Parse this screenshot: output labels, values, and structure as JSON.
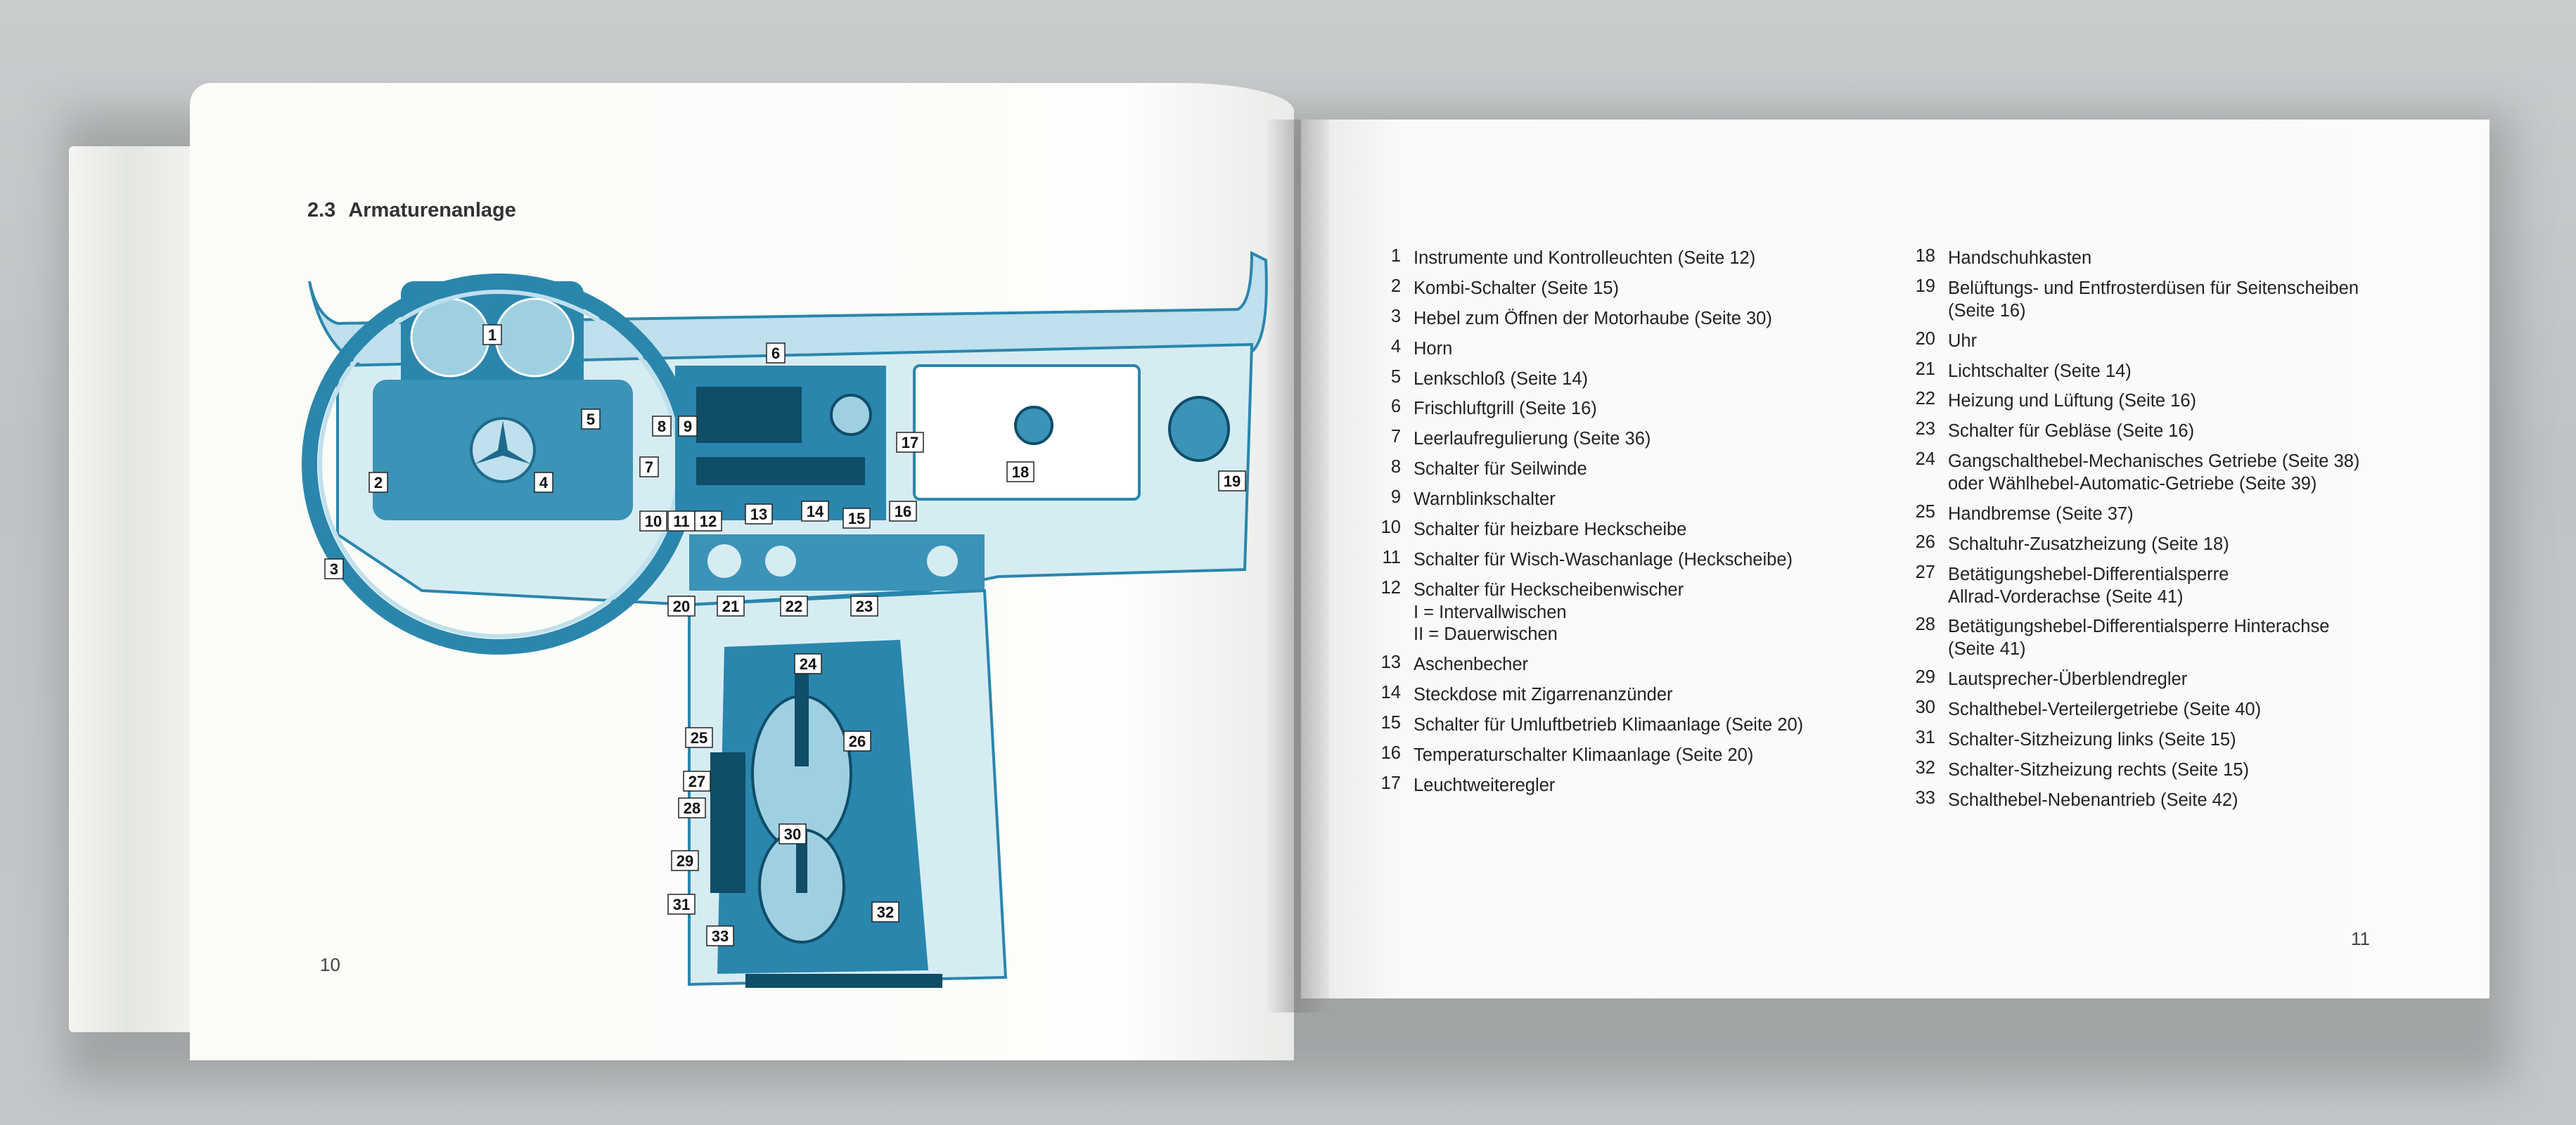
{
  "left_page": {
    "section_number": "2.3",
    "section_title": "Armaturenanlage",
    "page_number": "10"
  },
  "right_page": {
    "page_number": "11",
    "items_col1": [
      {
        "n": "1",
        "text": "Instrumente und Kontrolleuchten (Seite 12)"
      },
      {
        "n": "2",
        "text": "Kombi-Schalter (Seite 15)"
      },
      {
        "n": "3",
        "text": "Hebel zum Öffnen der Motorhaube (Seite 30)"
      },
      {
        "n": "4",
        "text": "Horn"
      },
      {
        "n": "5",
        "text": "Lenkschloß (Seite 14)"
      },
      {
        "n": "6",
        "text": "Frischluftgrill (Seite 16)"
      },
      {
        "n": "7",
        "text": "Leerlaufregulierung (Seite 36)"
      },
      {
        "n": "8",
        "text": "Schalter für Seilwinde"
      },
      {
        "n": "9",
        "text": "Warnblinkschalter"
      },
      {
        "n": "10",
        "text": "Schalter für heizbare Heckscheibe"
      },
      {
        "n": "11",
        "text": "Schalter für Wisch-Waschanlage (Heckscheibe)"
      },
      {
        "n": "12",
        "text": "Schalter für Heckscheibenwischer\nI = Intervallwischen\nII = Dauerwischen"
      },
      {
        "n": "13",
        "text": "Aschenbecher"
      },
      {
        "n": "14",
        "text": "Steckdose mit Zigarrenanzünder"
      },
      {
        "n": "15",
        "text": "Schalter für Umluftbetrieb Klimaanlage (Seite 20)"
      },
      {
        "n": "16",
        "text": "Temperaturschalter Klimaanlage (Seite 20)"
      },
      {
        "n": "17",
        "text": "Leuchtweiteregler"
      }
    ],
    "items_col2": [
      {
        "n": "18",
        "text": "Handschuhkasten"
      },
      {
        "n": "19",
        "text": "Belüftungs- und Entfrosterdüsen für Seitenscheiben\n(Seite 16)"
      },
      {
        "n": "20",
        "text": "Uhr"
      },
      {
        "n": "21",
        "text": "Lichtschalter (Seite 14)"
      },
      {
        "n": "22",
        "text": "Heizung und Lüftung (Seite 16)"
      },
      {
        "n": "23",
        "text": "Schalter für Gebläse (Seite 16)"
      },
      {
        "n": "24",
        "text": "Gangschalthebel-Mechanisches Getriebe (Seite 38)\noder Wählhebel-Automatic-Getriebe (Seite 39)"
      },
      {
        "n": "25",
        "text": "Handbremse (Seite 37)"
      },
      {
        "n": "26",
        "text": "Schaltuhr-Zusatzheizung (Seite 18)"
      },
      {
        "n": "27",
        "text": "Betätigungshebel-Differentialsperre\nAllrad-Vorderachse (Seite 41)"
      },
      {
        "n": "28",
        "text": "Betätigungshebel-Differentialsperre Hinterachse\n(Seite 41)"
      },
      {
        "n": "29",
        "text": "Lautsprecher-Überblendregler"
      },
      {
        "n": "30",
        "text": "Schalthebel-Verteilergetriebe (Seite 40)"
      },
      {
        "n": "31",
        "text": "Schalter-Sitzheizung links (Seite 15)"
      },
      {
        "n": "32",
        "text": "Schalter-Sitzheizung rechts (Seite 15)"
      },
      {
        "n": "33",
        "text": "Schalthebel-Nebenantrieb (Seite 42)"
      }
    ]
  },
  "diagram_labels": [
    "1",
    "2",
    "3",
    "4",
    "5",
    "6",
    "7",
    "8",
    "9",
    "10",
    "11",
    "12",
    "13",
    "14",
    "15",
    "16",
    "17",
    "18",
    "19",
    "20",
    "21",
    "22",
    "23",
    "24",
    "25",
    "26",
    "27",
    "28",
    "29",
    "30",
    "31",
    "32",
    "33"
  ],
  "colors": {
    "illustration_blue": "#2a86ad",
    "illustration_light": "#bfe0ec",
    "page": "#fbfbf9"
  }
}
